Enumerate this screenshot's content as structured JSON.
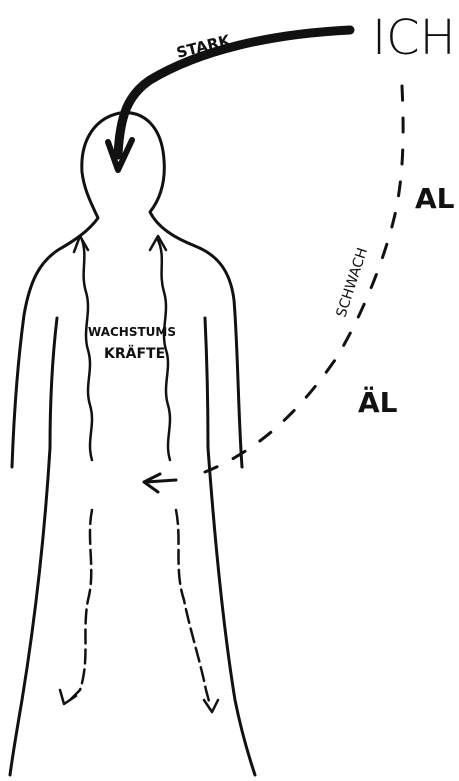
{
  "labels": {
    "ich": "ICH",
    "al": "AL",
    "al_umlaut": "ÄL",
    "stark": "STARK",
    "schwach": "SCHWACH",
    "growth_line1": "WACHSTUMS",
    "growth_line2": "KRÄFTE"
  },
  "colors": {
    "ink": "#111111",
    "background": "#ffffff"
  }
}
